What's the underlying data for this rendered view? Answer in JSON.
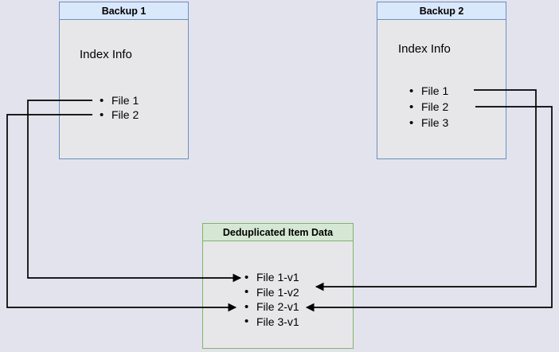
{
  "diagram": {
    "bullet_glyph": "•",
    "backup1": {
      "title": "Backup 1",
      "subtitle": "Index Info",
      "items": [
        "File 1",
        "File 2"
      ]
    },
    "backup2": {
      "title": "Backup 2",
      "subtitle": "Index Info",
      "items": [
        "File 1",
        "File 2",
        "File 3"
      ]
    },
    "dedup": {
      "title": "Deduplicated Item Data",
      "items": [
        "File 1-v1",
        "File 1-v2",
        "File 2-v1",
        "File 3-v1"
      ]
    },
    "connections": [
      {
        "from": "Backup 1 > File 1",
        "to": "Deduplicated Item Data > File 1-v1"
      },
      {
        "from": "Backup 1 > File 2",
        "to": "Deduplicated Item Data > File 2-v1"
      },
      {
        "from": "Backup 2 > File 1",
        "to": "Deduplicated Item Data > File 1-v2"
      },
      {
        "from": "Backup 2 > File 2",
        "to": "Deduplicated Item Data > File 2-v1"
      }
    ],
    "colors": {
      "canvas_bg": "#e3e3ed",
      "backup_header_fill": "#dae8fc",
      "backup_border": "#6c8ebf",
      "dedup_header_fill": "#d5e8d4",
      "dedup_border": "#82b366",
      "arrow": "#000000"
    }
  }
}
